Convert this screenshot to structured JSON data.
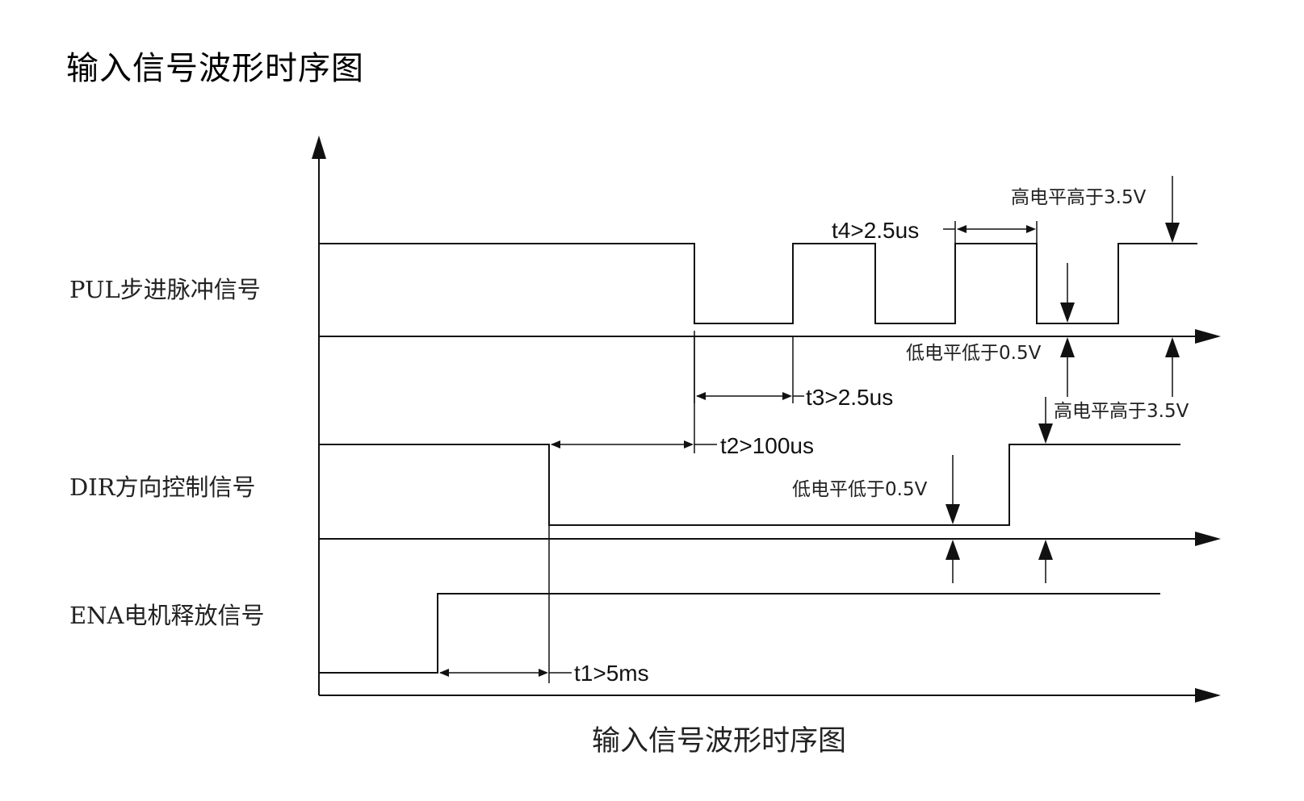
{
  "heading": "输入信号波形时序图",
  "caption": "输入信号波形时序图",
  "signals": {
    "pul": "PUL步进脉冲信号",
    "dir": "DIR方向控制信号",
    "ena": "ENA电机释放信号"
  },
  "timings": {
    "t1": "t1>5ms",
    "t2": "t2>100us",
    "t3": "t3>2.5us",
    "t4": "t4>2.5us"
  },
  "annotations": {
    "pul_high": "高电平高于3.5V",
    "pul_low": "低电平低于0.5V",
    "dir_high": "高电平高于3.5V",
    "dir_low": "低电平低于0.5V"
  }
}
